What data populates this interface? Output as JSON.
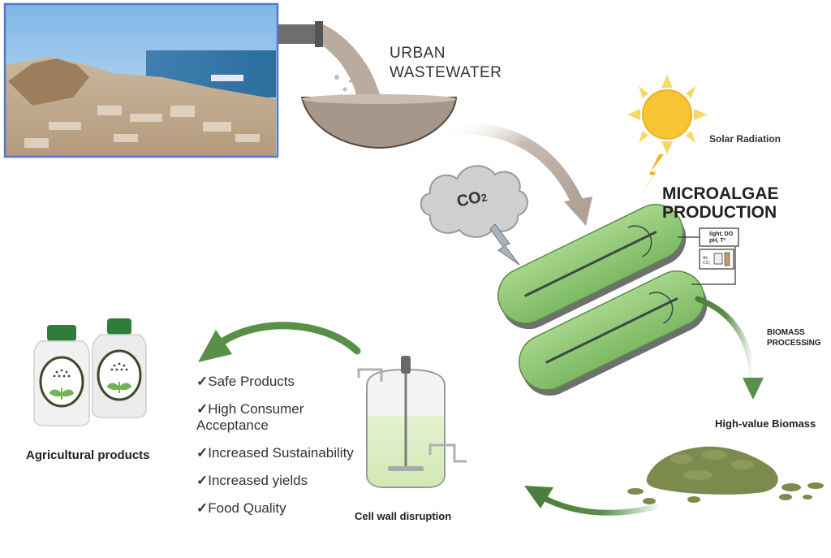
{
  "labels": {
    "urban_wastewater_line1": "URBAN",
    "urban_wastewater_line2": "WASTEWATER",
    "solar_radiation": "Solar Radiation",
    "microalgae_line1": "MICROALGAE",
    "microalgae_line2": "PRODUCTION",
    "co2": "CO",
    "co2_sub": "2",
    "sensor_line1": "light, DO",
    "sensor_line2": "pH, Tª",
    "sensor_air": "Air",
    "sensor_co2": "CO₂",
    "biomass_processing_line1": "BIOMASS",
    "biomass_processing_line2": "PROCESSING",
    "high_value_biomass": "High-value Biomass",
    "cell_wall_disruption": "Cell wall disruption",
    "agricultural_products": "Agricultural products"
  },
  "benefits": [
    {
      "check": "✓",
      "text": "Safe Products"
    },
    {
      "check": "✓",
      "text": "High Consumer Acceptance"
    },
    {
      "check": "✓",
      "text": "Increased Sustainability"
    },
    {
      "check": "✓",
      "text": "Increased yields"
    },
    {
      "check": "✓",
      "text": "Food Quality"
    }
  ],
  "icons": [
    "city-photo",
    "wastewater-pipe-icon",
    "settling-tank-icon",
    "sun-icon",
    "co2-cloud-icon",
    "raceway-pond-icon",
    "sensor-box-icon",
    "biomass-pile-icon",
    "bioreactor-icon",
    "fertilizer-bottle-icon"
  ],
  "colors": {
    "arrow_brown": "#b8aa9e",
    "arrow_green": "#5a8f48",
    "pond_green": "#8cc870",
    "sun_yellow": "#f7c531",
    "bottle_cap": "#2f7d3a",
    "biomass": "#7d8a4e"
  }
}
